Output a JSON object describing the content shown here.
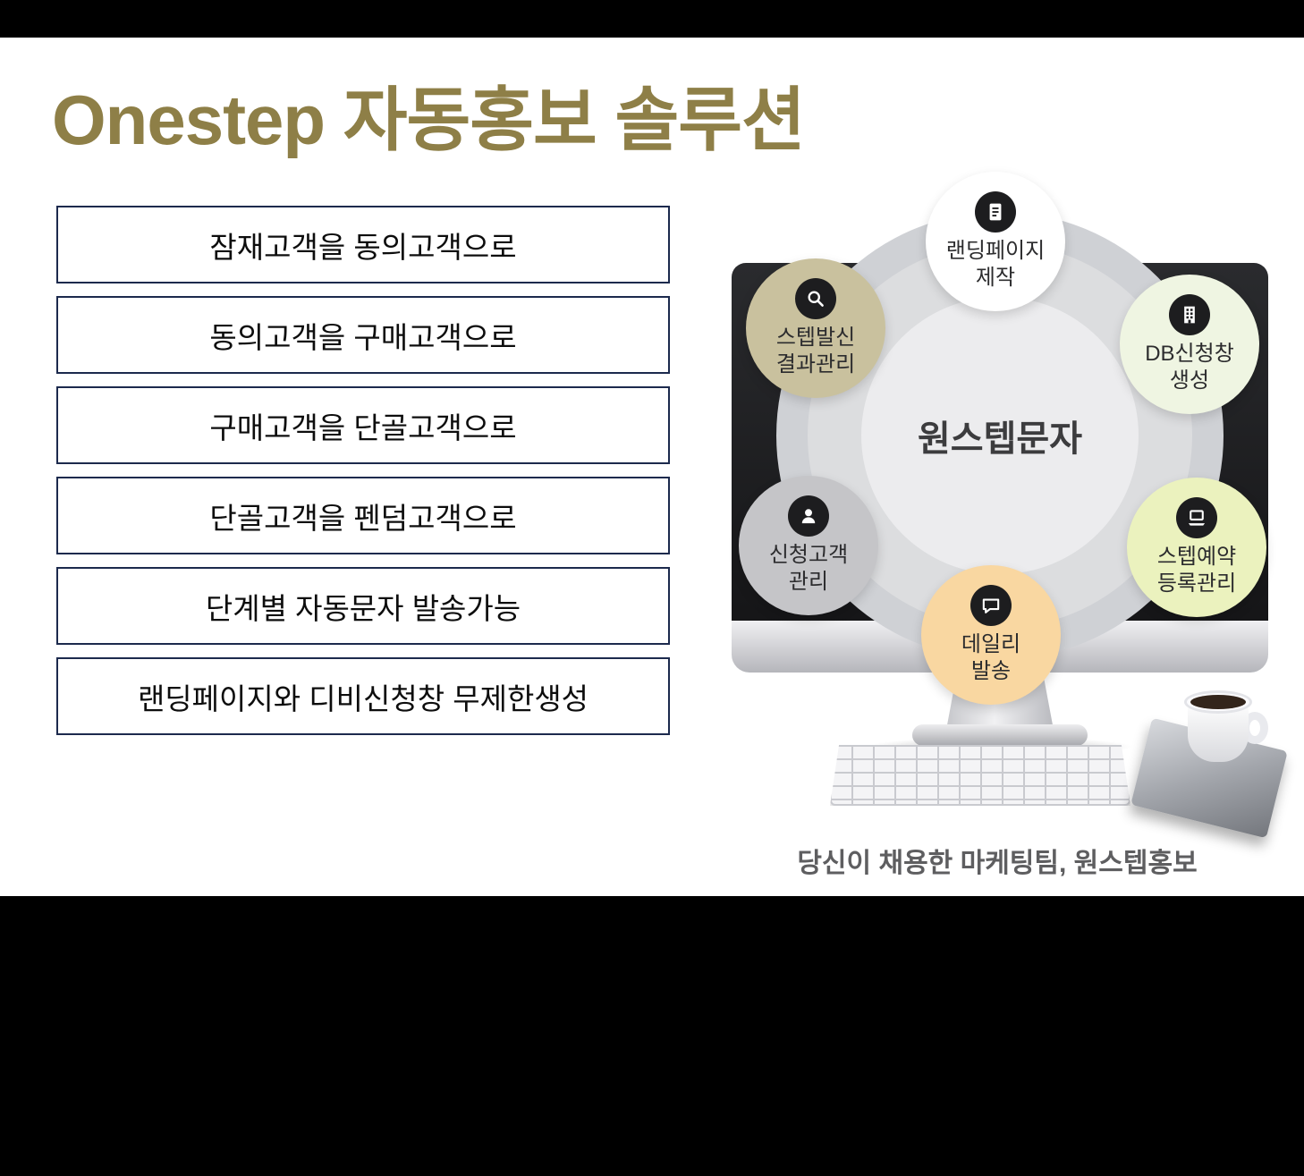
{
  "title": "Onestep 자동홍보 솔루션",
  "benefits": [
    "잠재고객을 동의고객으로",
    "동의고객을 구매고객으로",
    "구매고객을 단골고객으로",
    "단골고객을 펜덤고객으로",
    "단계별 자동문자 발송가능",
    "랜딩페이지와 디비신청창 무제한생성"
  ],
  "diagram": {
    "center_label": "원스텝문자",
    "nodes": [
      {
        "label": "랜딩페이지\n제작",
        "icon": "document-icon",
        "color": "#ffffff"
      },
      {
        "label": "스텝발신\n결과관리",
        "icon": "search-icon",
        "color": "#c9c19e"
      },
      {
        "label": "DB신청창\n생성",
        "icon": "building-icon",
        "color": "#eff5e2"
      },
      {
        "label": "신청고객\n관리",
        "icon": "person-icon",
        "color": "#c5c5c8"
      },
      {
        "label": "스텝예약\n등록관리",
        "icon": "laptop-icon",
        "color": "#ebf2be"
      },
      {
        "label": "데일리\n발송",
        "icon": "chat-bubble-icon",
        "color": "#f9d7a1"
      }
    ]
  },
  "caption": "당신이 채용한 마케팅팀, 원스텝홍보",
  "colors": {
    "background": "#000000",
    "panel": "#ffffff",
    "title": "#8e7f47",
    "benefit_box_border": "#1c2a4d",
    "hub_circle": "#cfd1d5",
    "icon_badge": "#1d1d1f"
  }
}
